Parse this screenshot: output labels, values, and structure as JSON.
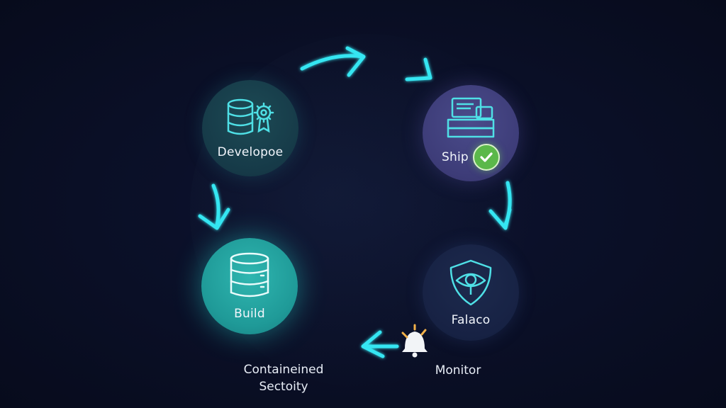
{
  "nodes": {
    "develop": {
      "label": "Developoe",
      "icon": "database-with-gear-icon"
    },
    "ship": {
      "label": "Ship",
      "icon": "container-stack-icon",
      "badge_icon": "checkmark-icon"
    },
    "build": {
      "label": "Build",
      "icon": "database-icon"
    },
    "falco": {
      "label": "Falaco",
      "icon": "shield-eye-icon"
    }
  },
  "captions": {
    "container_line1": "Containeined",
    "container_line2": "Sectoity",
    "monitor": "Monitor"
  },
  "colors": {
    "arrow": "#35e6f2",
    "background": "#0a0f26",
    "check": "#5bb84a"
  },
  "icons": [
    "arrow-icon",
    "alert-bell-icon"
  ]
}
